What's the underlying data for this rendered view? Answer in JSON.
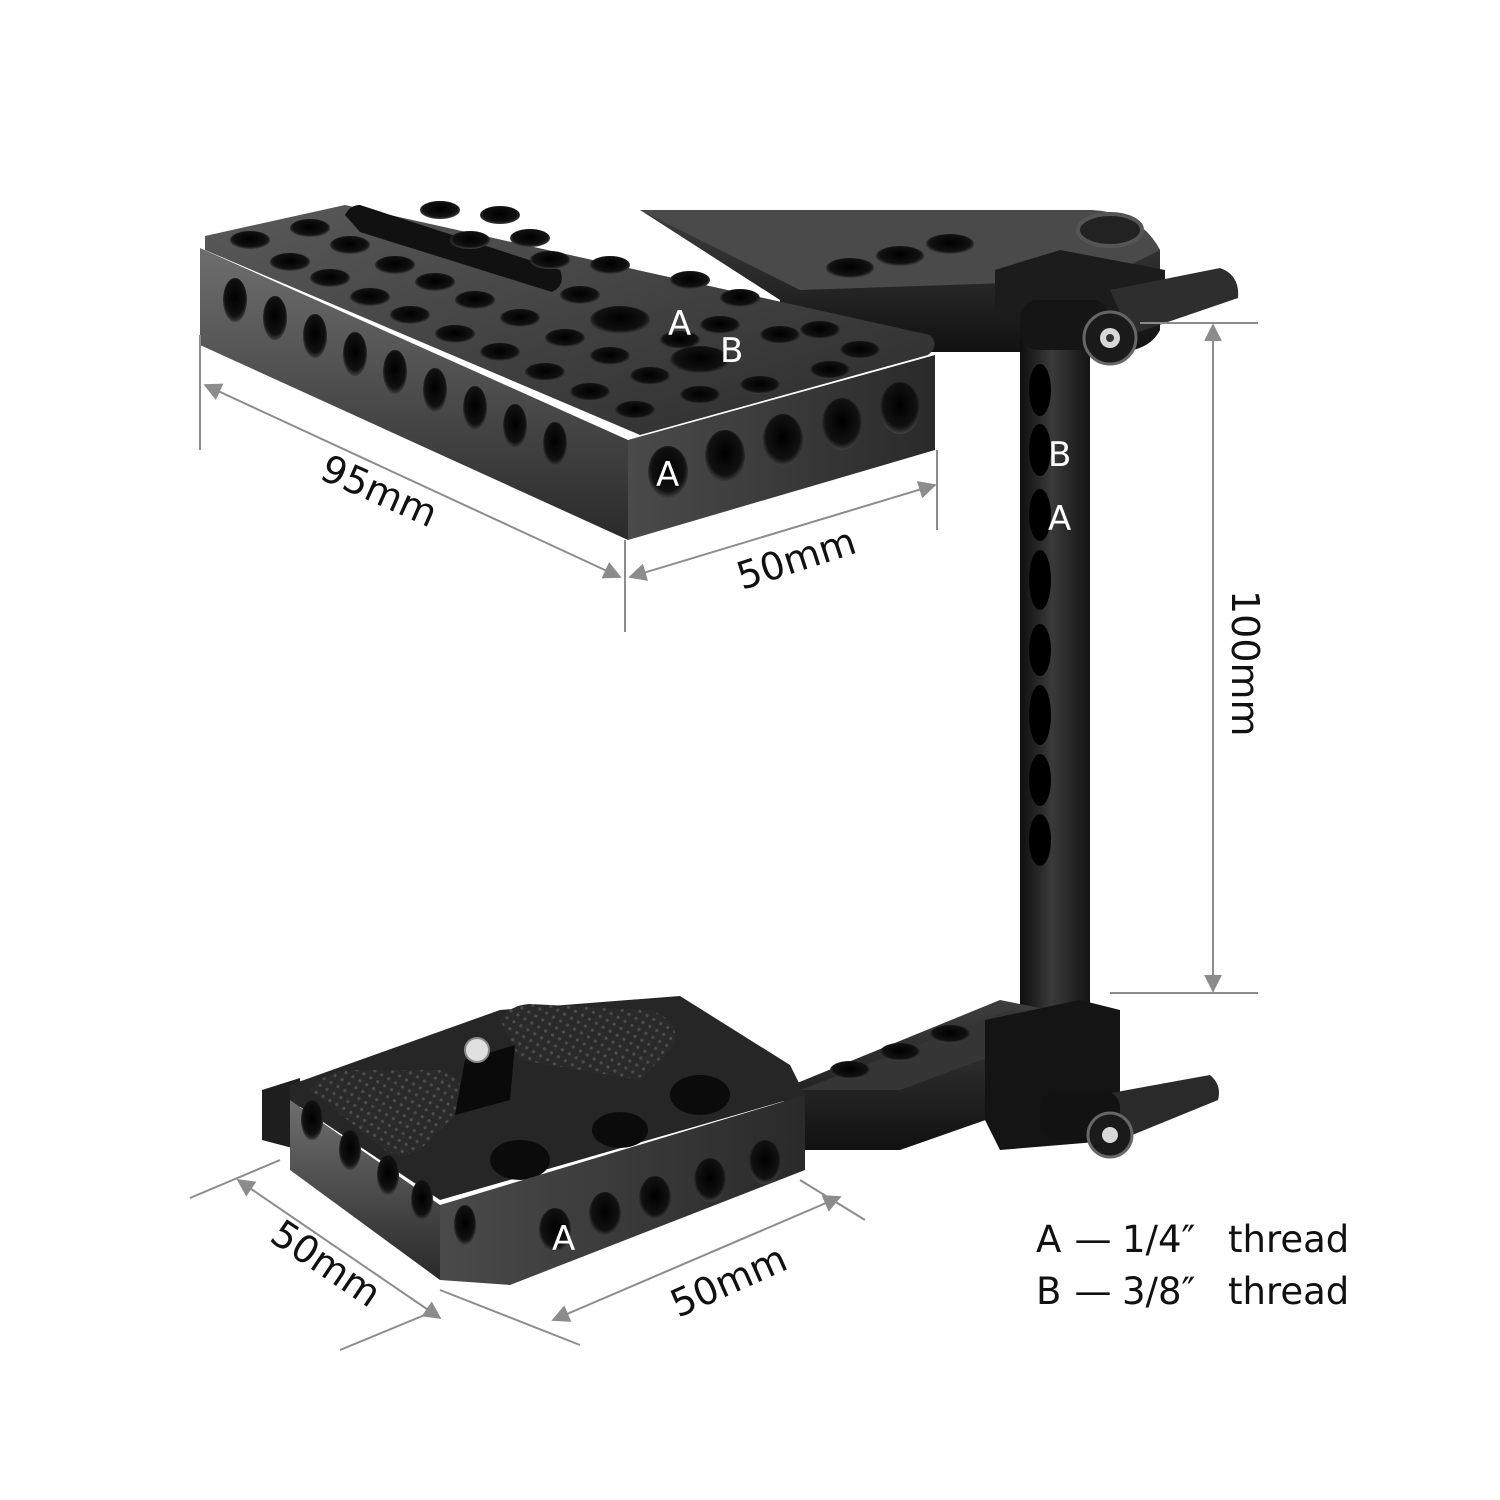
{
  "dimensions": {
    "top_plate_length": "95mm",
    "top_plate_width": "50mm",
    "rod_height": "100mm",
    "bottom_plate_length": "50mm",
    "bottom_plate_width": "50mm"
  },
  "hole_labels": {
    "top_plate_a": "A",
    "top_plate_b": "B",
    "top_plate_side_a": "A",
    "rod_b": "B",
    "rod_a": "A",
    "bottom_plate_a": "A"
  },
  "legend": [
    {
      "key": "A",
      "dash": "—",
      "size": "1/4″",
      "desc": "thread"
    },
    {
      "key": "B",
      "dash": "—",
      "size": "3/8″",
      "desc": "thread"
    }
  ],
  "colors": {
    "background": "#ffffff",
    "metal_dark": "#1a1a1a",
    "metal_mid": "#3a3a3a",
    "metal_light": "#6a6a6a",
    "dimension_line": "#8c8c8c",
    "text": "#111111"
  }
}
